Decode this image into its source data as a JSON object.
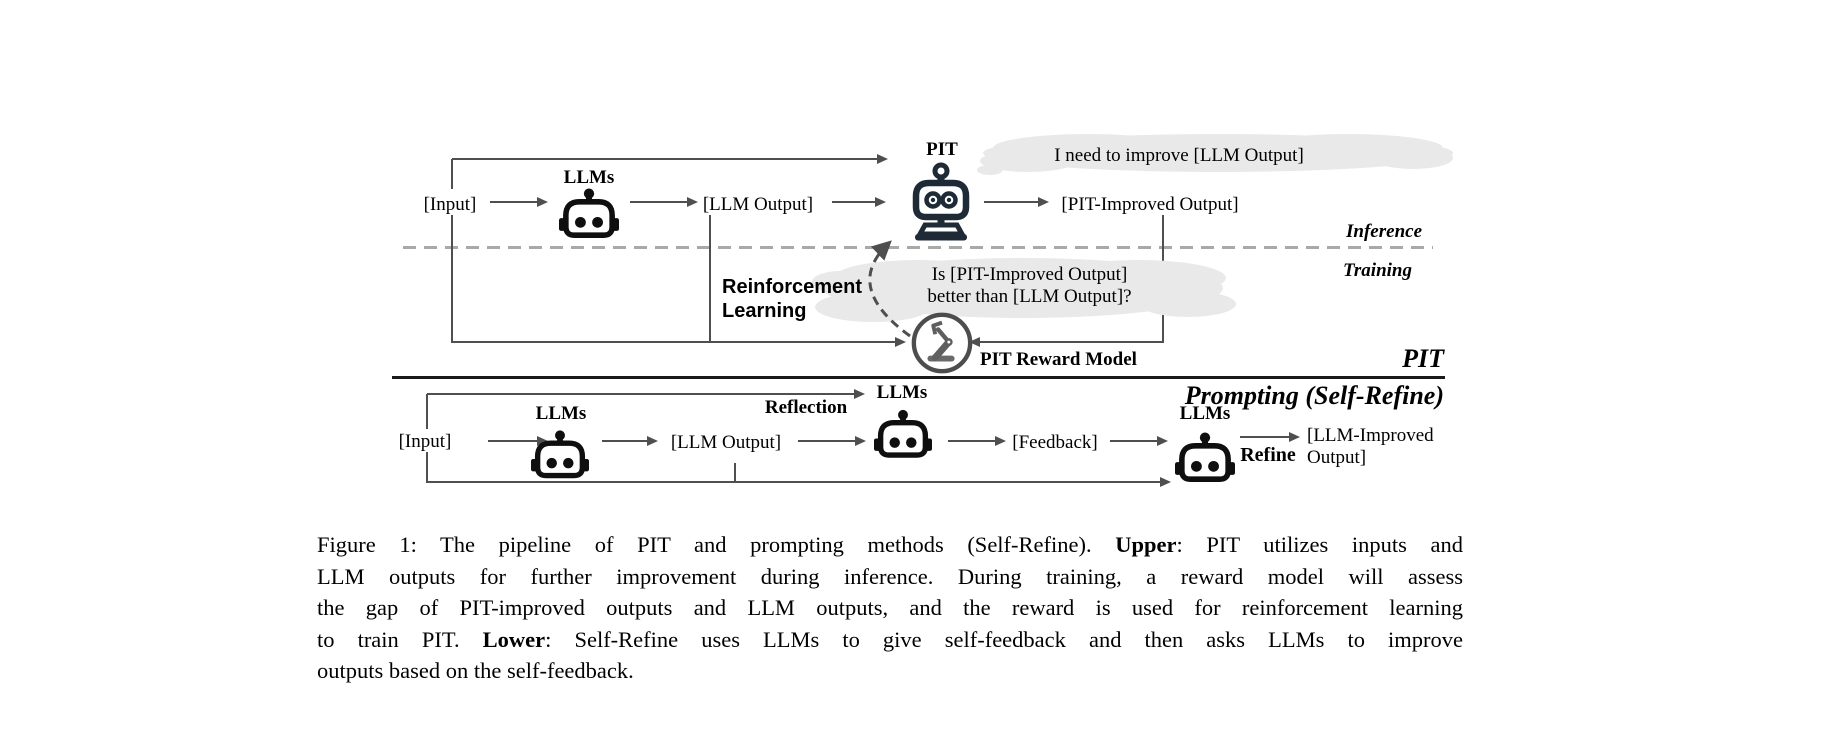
{
  "figure": {
    "upper": {
      "input_label": "[Input]",
      "llms_label": "LLMs",
      "llm_output_label": "[LLM Output]",
      "pit_label": "PIT",
      "pit_improved_output_label": "[PIT-Improved Output]",
      "thought_bubble": "I need to improve [LLM Output]",
      "inference_label": "Inference",
      "training_label": "Training",
      "reinforcement_learning_label": "Reinforcement\nLearning",
      "reward_question": "Is [PIT-Improved Output]\nbetter than [LLM Output]?",
      "reward_model_label": "PIT Reward Model",
      "section_label": "PIT"
    },
    "lower": {
      "section_label": "Prompting (Self-Refine)",
      "input_label": "[Input]",
      "llms_label_1": "LLMs",
      "llm_output_label": "[LLM Output]",
      "reflection_label": "Reflection",
      "llms_label_2": "LLMs",
      "feedback_label": "[Feedback]",
      "llms_label_3": "LLMs",
      "refine_label": "Refine",
      "llm_improved_output_label": "[LLM-Improved\nOutput]"
    },
    "colors": {
      "flow_line": "#4f4f4f",
      "dashed_divider": "#a9a9a9",
      "separator": "#1a1a1a",
      "cloud": "#e9e9e9",
      "robot": "#0f0f0f",
      "pit_robot": "#1e2a36",
      "reward_model": "#555555",
      "text": "#000000"
    }
  },
  "caption": {
    "lines": [
      {
        "segments": [
          {
            "text": "Figure 1: The pipeline of PIT and prompting methods (Self-Refine). ",
            "bold": false
          },
          {
            "text": "Upper",
            "bold": true
          },
          {
            "text": ": PIT utilizes inputs and",
            "bold": false
          }
        ]
      },
      {
        "segments": [
          {
            "text": "LLM outputs for further improvement during inference. During training, a reward model will assess",
            "bold": false
          }
        ]
      },
      {
        "segments": [
          {
            "text": "the gap of PIT-improved outputs and LLM outputs, and the reward is used for reinforcement learning",
            "bold": false
          }
        ]
      },
      {
        "segments": [
          {
            "text": "to train PIT. ",
            "bold": false
          },
          {
            "text": "Lower",
            "bold": true
          },
          {
            "text": ": Self-Refine uses LLMs to give self-feedback and then asks LLMs to improve",
            "bold": false
          }
        ]
      },
      {
        "segments": [
          {
            "text": "outputs based on the self-feedback.",
            "bold": false
          }
        ]
      }
    ]
  }
}
